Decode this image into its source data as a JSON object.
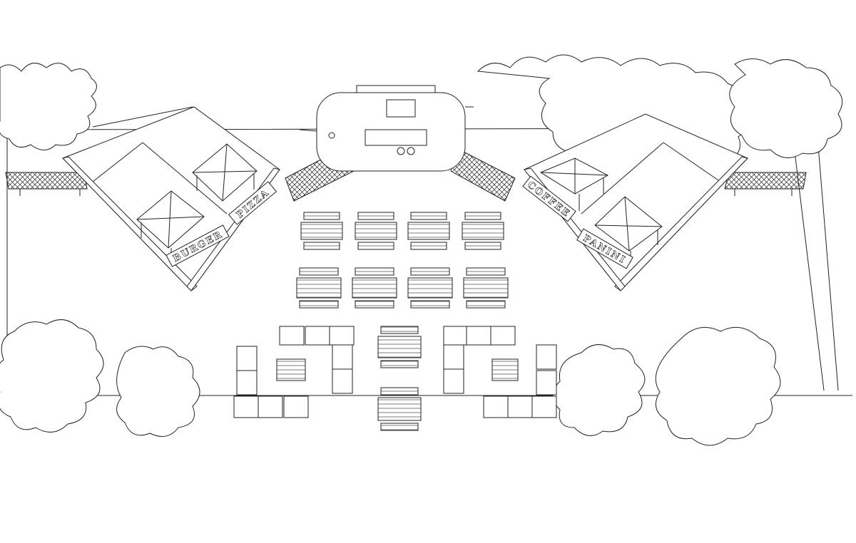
{
  "colors": {
    "line": "#222222",
    "background": "#ffffff",
    "roof": "#ffffff"
  },
  "stalls": {
    "burger": "BURGER",
    "pizza": "PIZZA",
    "coffee": "COFFEE",
    "panini": "PANINI"
  }
}
